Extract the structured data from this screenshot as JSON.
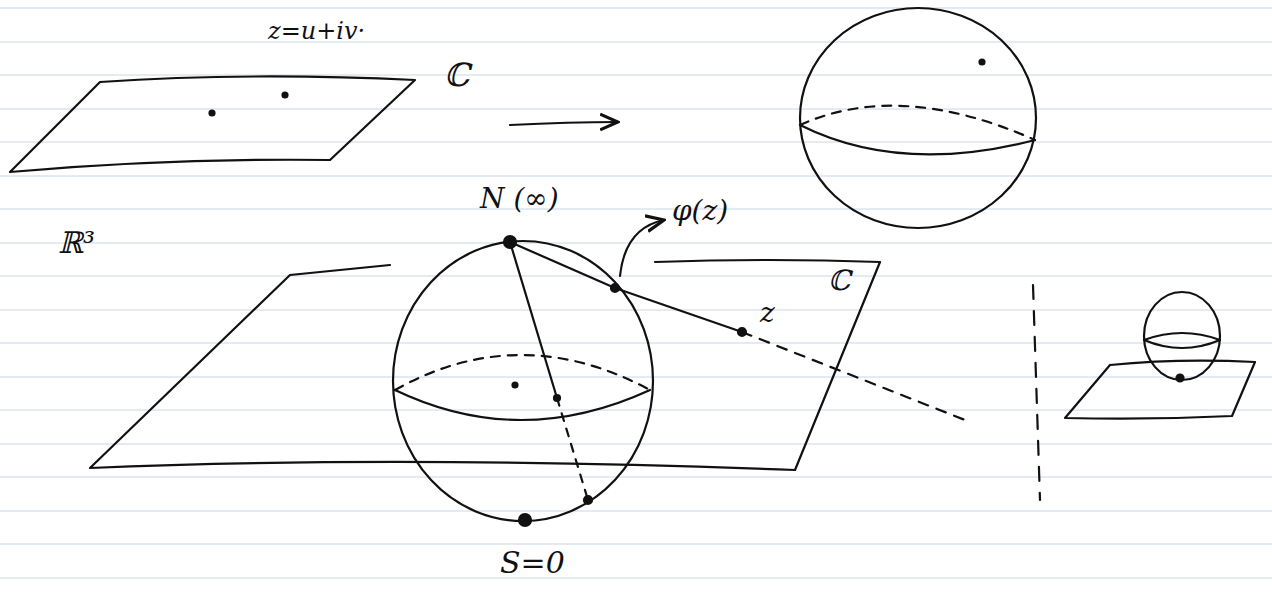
{
  "diagram": {
    "labels": [
      "z=u+iv·",
      "ℂ",
      "N (∞)",
      "φ(z)",
      "ℝ³",
      "ℂ",
      "z",
      "S=0"
    ]
  }
}
